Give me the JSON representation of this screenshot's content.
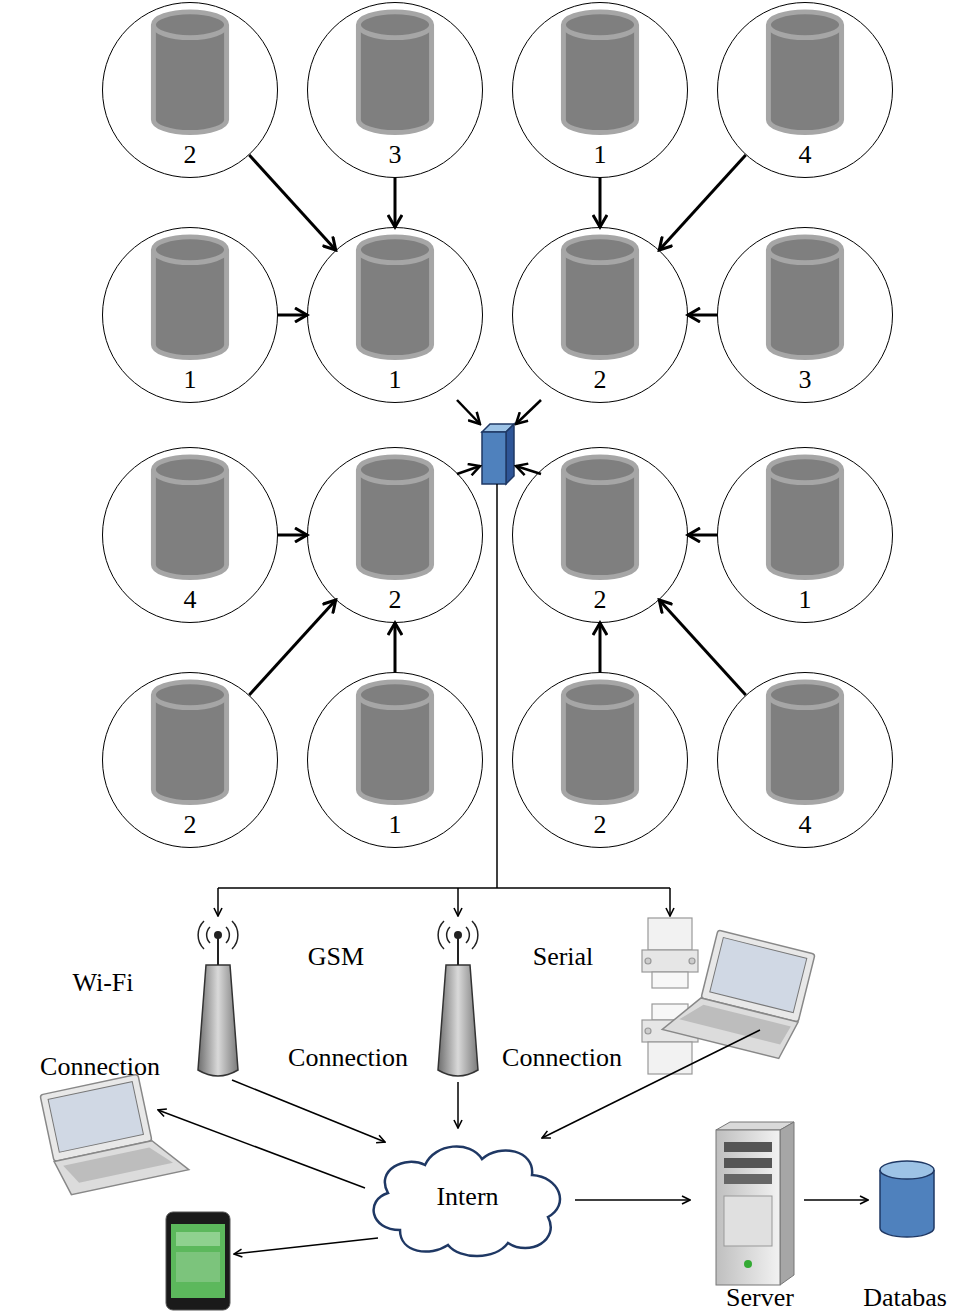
{
  "diagram": {
    "nodes": [
      {
        "text": [
          "2"
        ]
      },
      {
        "text": [
          "3"
        ]
      },
      {
        "text": [
          "1"
        ]
      },
      {
        "text": [
          "4"
        ]
      },
      {
        "text": [
          "1"
        ]
      },
      {
        "text": [
          "1"
        ]
      },
      {
        "text": [
          "2"
        ]
      },
      {
        "text": [
          "3"
        ]
      },
      {
        "text": [
          "4"
        ]
      },
      {
        "text": [
          "2"
        ]
      },
      {
        "text": [
          "2"
        ]
      },
      {
        "text": [
          "1"
        ]
      },
      {
        "text": [
          "2"
        ]
      },
      {
        "text": [
          "1"
        ]
      },
      {
        "text": [
          "2"
        ]
      },
      {
        "text": [
          "4"
        ]
      },
      {
        "text": [
          "Intern"
        ]
      }
    ],
    "edges": [
      {
        "from": 0,
        "to": 5,
        "arrow": "to"
      },
      {
        "from": 1,
        "to": 5,
        "arrow": "to"
      },
      {
        "from": 4,
        "to": 5,
        "arrow": "to"
      },
      {
        "from": 2,
        "to": 6,
        "arrow": "to"
      },
      {
        "from": 3,
        "to": 6,
        "arrow": "to"
      },
      {
        "from": 7,
        "to": 6,
        "arrow": "to"
      },
      {
        "from": 8,
        "to": 9,
        "arrow": "to"
      },
      {
        "from": 12,
        "to": 9,
        "arrow": "to"
      },
      {
        "from": 13,
        "to": 9,
        "arrow": "to"
      },
      {
        "from": 11,
        "to": 10,
        "arrow": "to"
      },
      {
        "from": 14,
        "to": 10,
        "arrow": "to"
      },
      {
        "from": 15,
        "to": 10,
        "arrow": "to"
      }
    ],
    "labels": [
      "Wi-Fi",
      "Connection",
      "GSM",
      "Connection",
      "Serial",
      "Connection",
      "Server",
      "Databas"
    ]
  }
}
